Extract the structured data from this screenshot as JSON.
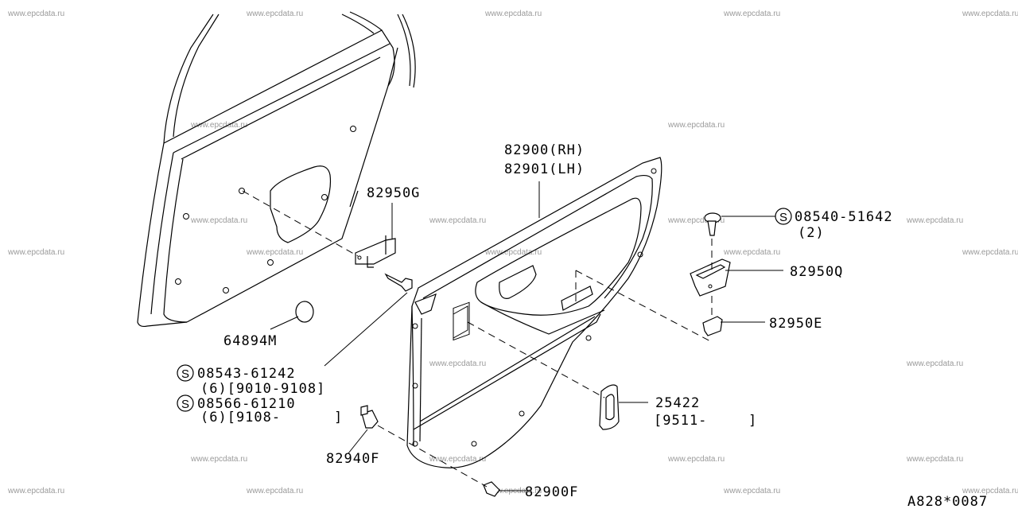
{
  "watermarks": [
    "www.epcdata.ru",
    "www.epcdata.ru",
    "www.epcdata.ru",
    "www.epcdata.ru",
    "www.epcdata.ru",
    "www.epcdata.ru",
    "www.epcdata.ru",
    "www.epcdata.ru",
    "www.epcdata.ru",
    "www.epcdata.ru",
    "www.epcdata.ru",
    "www.epcdata.ru",
    "www.epcdata.ru",
    "www.epcdata.ru",
    "www.epcdata.ru",
    "www.epcdata.ru",
    "www.epcdata.ru",
    "www.epcdata.ru",
    "www.epcdata.ru",
    "www.epcdata.ru",
    "www.epcdata.ru",
    "www.epcdata.ru",
    "www.epcdata.ru",
    "www.epcdata.ru",
    "www.epcdata.ru",
    "www.epcdata.ru",
    "www.epcdata.ru"
  ],
  "labels": {
    "p82900": "82900(RH)",
    "p82901": "82901(LH)",
    "p82950G": "82950G",
    "bolt1": "08540-51642",
    "bolt1_qty": "(2)",
    "p82950Q": "82950Q",
    "p82950E": "82950E",
    "p64894M": "64894M",
    "screw1": "08543-61242",
    "screw1_qty": "(6)[9010-9108]",
    "screw2": "08566-61210",
    "screw2_qty": "(6)[9108-",
    "screw2_close": "]",
    "p25422": "25422",
    "p25422_date": "[9511-",
    "p25422_close": "]",
    "p82940F": "82940F",
    "p82900F": "82900F",
    "diagram_code": "A828*0087"
  },
  "symbols": {
    "s": "S"
  }
}
